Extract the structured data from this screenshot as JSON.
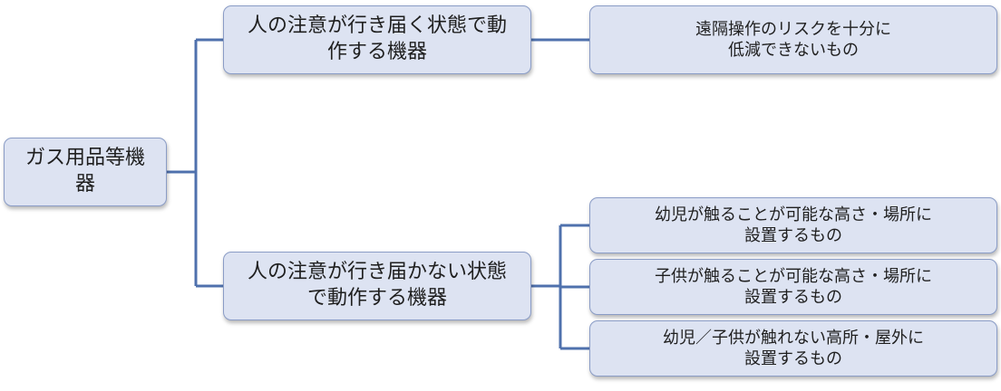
{
  "diagram": {
    "root": {
      "label": "ガス用品等機\n器"
    },
    "branches": [
      {
        "label": "人の注意が行き届く状態で動\n作する機器",
        "children": [
          {
            "label": "遠隔操作のリスクを十分に\n低減できないもの"
          }
        ]
      },
      {
        "label": "人の注意が行き届かない状態\nで動作する機器",
        "children": [
          {
            "label": "幼児が触ることが可能な高さ・場所に\n設置するもの"
          },
          {
            "label": "子供が触ることが可能な高さ・場所に\n設置するもの"
          },
          {
            "label": "幼児／子供が触れない高所・屋外に\n設置するもの"
          }
        ]
      }
    ],
    "colors": {
      "node_fill": "#dde3f2",
      "node_border": "#8a9cc6",
      "connector": "#4f71ad"
    }
  }
}
